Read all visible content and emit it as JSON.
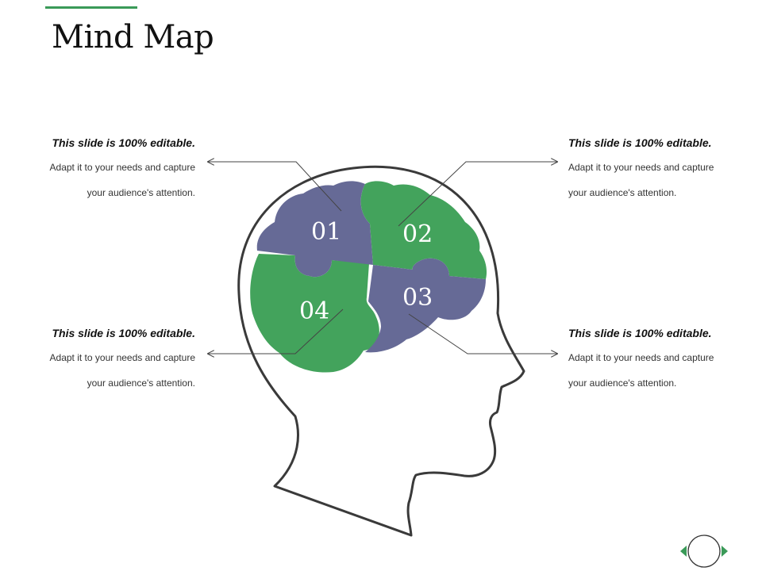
{
  "title": "Mind Map",
  "colors": {
    "accent": "#3a9a58",
    "green": "#43a35c",
    "purple": "#666a96",
    "outline": "#3a3a3a"
  },
  "pieces": [
    {
      "number": "01",
      "color": "purple"
    },
    {
      "number": "02",
      "color": "green"
    },
    {
      "number": "03",
      "color": "purple"
    },
    {
      "number": "04",
      "color": "green"
    }
  ],
  "callouts": [
    {
      "heading": "This slide is 100% editable.",
      "line1": "Adapt it to your needs and capture",
      "line2": "your audience's attention."
    },
    {
      "heading": "This slide is 100% editable.",
      "line1": "Adapt it to your needs and capture",
      "line2": "your audience's attention."
    },
    {
      "heading": "This slide is 100% editable.",
      "line1": "Adapt it to your needs and capture",
      "line2": "your audience's attention."
    },
    {
      "heading": "This slide is 100% editable.",
      "line1": "Adapt it to your needs and capture",
      "line2": "your audience's attention."
    }
  ],
  "nav": {
    "prev_icon": "triangle-left-icon",
    "next_icon": "triangle-right-icon",
    "center_icon": "circle-icon"
  }
}
